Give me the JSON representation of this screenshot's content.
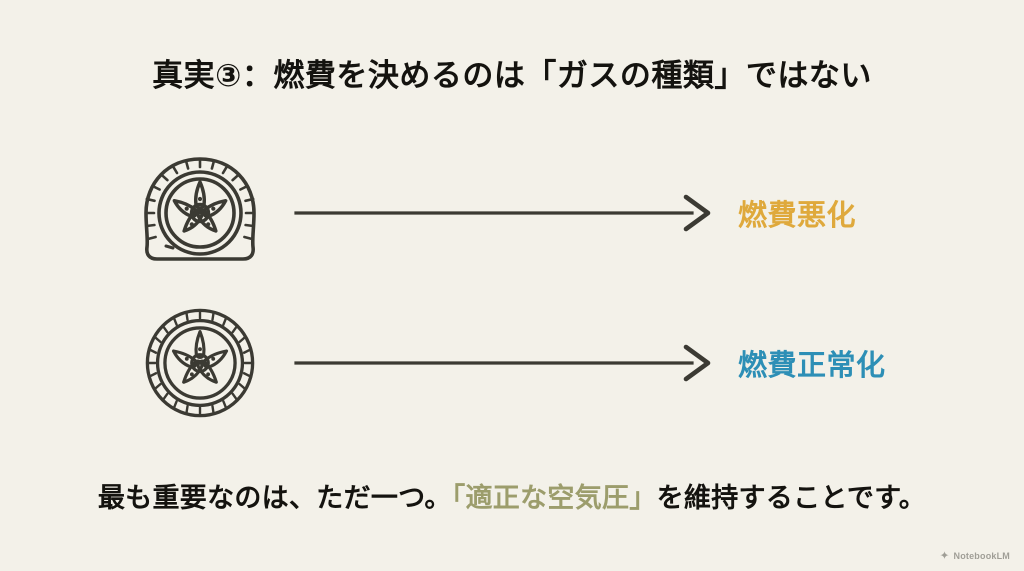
{
  "slide": {
    "background_color": "#f3f1e9",
    "title": "真実③：燃費を決めるのは「ガスの種類」ではない",
    "conclusion": {
      "lead": "最も重要なのは、ただ一つ。",
      "highlight": "「適正な空気圧」",
      "tail": "を維持することです。",
      "highlight_color": "#9c9d6c",
      "text_color": "#14130f"
    },
    "rows": [
      {
        "icon": "flat-tire-icon",
        "icon_state": "deflated",
        "arrow": "right-arrow-icon",
        "label": "燃費悪化",
        "label_color": "#dfa93c"
      },
      {
        "icon": "inflated-tire-icon",
        "icon_state": "properly-inflated",
        "arrow": "right-arrow-icon",
        "label": "燃費正常化",
        "label_color": "#2d8fb6"
      }
    ],
    "watermark": {
      "text": "NotebookLM",
      "icon": "notebooklm-logo-icon"
    },
    "line_color": "#3b3a33"
  }
}
